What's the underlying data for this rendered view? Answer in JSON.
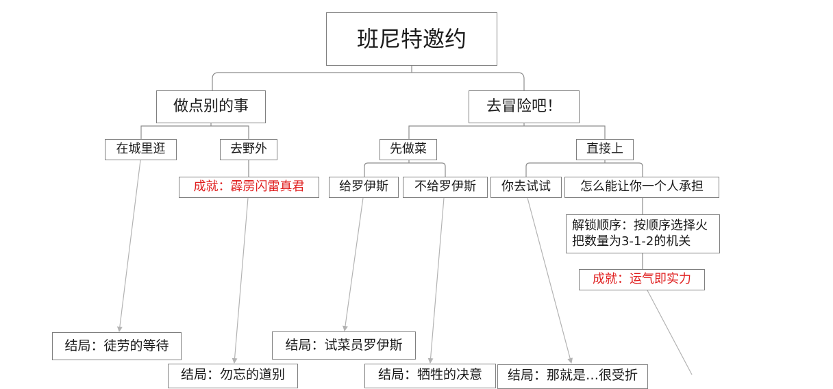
{
  "root": {
    "label": "班尼特邀约"
  },
  "branches": {
    "other": {
      "label": "做点别的事",
      "city": {
        "label": "在城里逛",
        "ending": "结局：徒劳的等待"
      },
      "wild": {
        "label": "去野外",
        "achievement": "成就：霹雳闪雷真君",
        "ending": "结局：勿忘的道别"
      }
    },
    "adventure": {
      "label": "去冒险吧！",
      "cook": {
        "label": "先做菜",
        "give": {
          "label": "给罗伊斯",
          "ending": "结局：试菜员罗伊斯"
        },
        "nogive": {
          "label": "不给罗伊斯",
          "ending": "结局：牺牲的决意"
        }
      },
      "direct": {
        "label": "直接上",
        "you": {
          "label": "你去试试",
          "ending": "结局：那就是…很受折"
        },
        "alone": {
          "label": "怎么能让你一个人承担",
          "unlock": "解锁顺序：按顺序选择火把数量为3-1-2的机关",
          "achievement": "成就：运气即实力"
        }
      }
    }
  },
  "colors": {
    "border": "#7f7f7f",
    "connector": "#8c8c8c",
    "arrow": "#b3b3b3",
    "achievement": "#e02020"
  }
}
